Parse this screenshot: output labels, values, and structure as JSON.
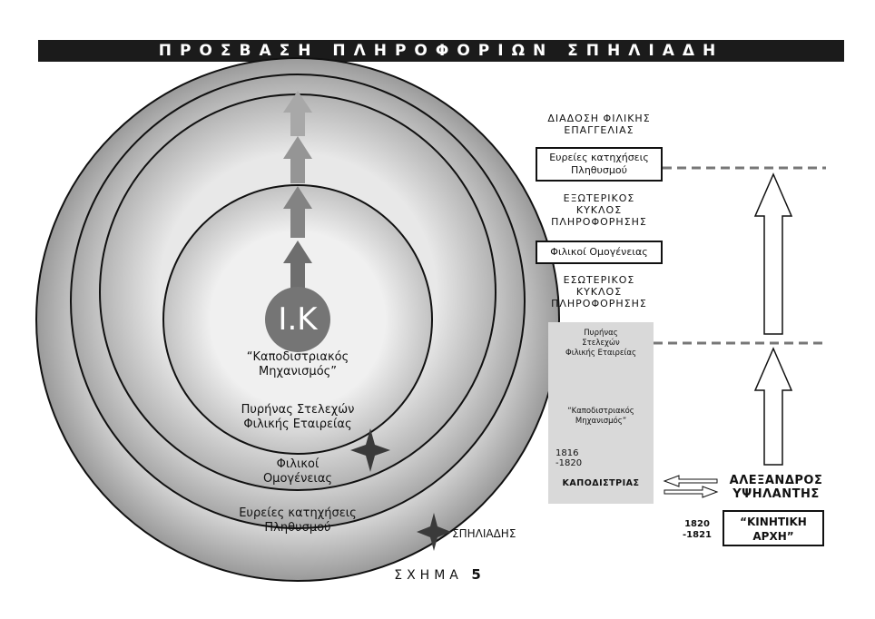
{
  "header": {
    "title": "ΠΡΟΣΒΑΣΗ ΠΛΗΡΟΦΟΡΙΩΝ ΣΠΗΛΙΑΔΗ"
  },
  "circles": {
    "center": "Ι.Κ",
    "ring1": [
      "“Καποδιστριακός",
      "Μηχανισμός”"
    ],
    "ring2": [
      "Πυρήνας Στελεχών",
      "Φιλικής Εταιρείας"
    ],
    "ring3": [
      "Φιλικοί",
      "Ομογένειας"
    ],
    "ring4": [
      "Ευρείες κατηχήσεις",
      "Πληθυσμού"
    ],
    "spy_label": "ΣΠΗΛΙΑΔΗΣ"
  },
  "right": {
    "top_heading": [
      "ΔΙΑΔΟΣΗ ΦΙΛΙΚΗΣ",
      "ΕΠΑΓΓΕΛΙΑΣ"
    ],
    "box1": [
      "Ευρείες κατηχήσεις",
      "Πληθυσμού"
    ],
    "heading2": [
      "ΕΞΩΤΕΡΙΚΟΣ",
      "ΚΥΚΛΟΣ",
      "ΠΛΗΡΟΦΟΡΗΣΗΣ"
    ],
    "box2": "Φιλικοί Ομογένειας",
    "heading3": [
      "ΕΣΩΤΕΡΙΚΟΣ",
      "ΚΥΚΛΟΣ",
      "ΠΛΗΡΟΦΟΡΗΣΗΣ"
    ],
    "panel": {
      "top": [
        "Πυρήνας",
        "Στελεχών",
        "Φιλικής Εταιρείας"
      ],
      "mid": [
        "“Καποδιστριακός",
        "Μηχανισμός”"
      ],
      "years": [
        "1816",
        "-1820"
      ],
      "name": "ΚΑΠΟΔΙΣΤΡΙΑΣ"
    },
    "ypsilantis": [
      "ΑΛΕΞΑΝΔΡΟΣ",
      "ΥΨΗΛΑΝΤΗΣ"
    ],
    "years2": [
      "1820",
      "-1821"
    ],
    "box3": [
      "“ΚΙΝΗΤΙΚΗ",
      "ΑΡΧΗ”"
    ]
  },
  "caption": {
    "label": "ΣΧΗΜΑ",
    "number": "5"
  }
}
